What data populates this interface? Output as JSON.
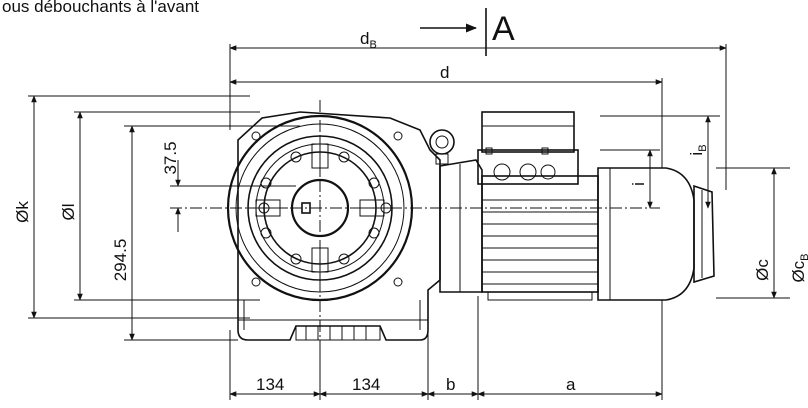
{
  "caption": "ous débouchants à l'avant",
  "view_label": "A",
  "dims": {
    "dB": {
      "main": "d",
      "sub": "B"
    },
    "d": "d",
    "k": "Øk",
    "l": "Øl",
    "v375": "37.5",
    "v2945": "294.5",
    "c": "Øc",
    "cB": {
      "main": "Øc",
      "sub": "B"
    },
    "i": "i",
    "iB": {
      "main": "i",
      "sub": "B"
    },
    "w134a": "134",
    "w134b": "134",
    "b": "b",
    "a": "a"
  }
}
